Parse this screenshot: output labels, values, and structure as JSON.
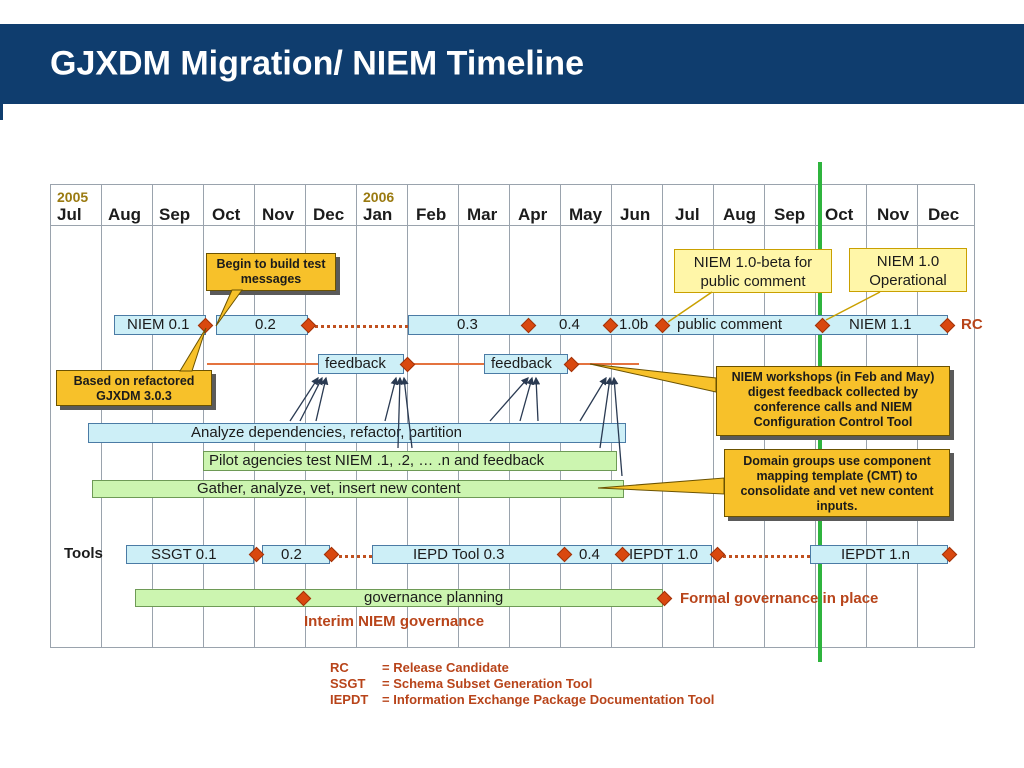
{
  "header": {
    "title": "GJXDM Migration/ NIEM Timeline"
  },
  "timeline": {
    "years": [
      "2005",
      "2006"
    ],
    "months": [
      "Jul",
      "Aug",
      "Sep",
      "Oct",
      "Nov",
      "Dec",
      "Jan",
      "Feb",
      "Mar",
      "Apr",
      "May",
      "Jun",
      "Jul",
      "Aug",
      "Sep",
      "Oct",
      "Nov",
      "Dec"
    ],
    "niem_row": {
      "niem01": "NIEM 0.1",
      "niem02": "0.2",
      "niem03": "0.3",
      "niem04": "0.4",
      "niem10b": "1.0b",
      "public_comment": "public comment",
      "niem11": "NIEM 1.1",
      "rc": "RC"
    },
    "feedback_label": "feedback",
    "bars": {
      "analyze": "Analyze dependencies, refactor, partition",
      "pilot": "Pilot agencies test NIEM .1, .2, … .n and feedback",
      "gather": "Gather, analyze, vet, insert new content"
    },
    "tools_row": {
      "label": "Tools",
      "ssgt01": "SSGT 0.1",
      "ssgt02": "0.2",
      "iepd03": "IEPD Tool 0.3",
      "iepd04": "0.4",
      "iepdt10": "IEPDT 1.0",
      "iepdt1n": "IEPDT 1.n"
    },
    "governance": {
      "planning": "governance planning",
      "interim": "Interim NIEM governance",
      "formal": "Formal governance in place"
    },
    "callouts": {
      "begin_build": "Begin to build test messages",
      "refactored": "Based on refactored GJXDM 3.0.3",
      "beta": "NIEM 1.0-beta for public comment",
      "operational": "NIEM 1.0 Operational",
      "workshops": "NIEM workshops (in Feb and May) digest feedback collected by conference calls and NIEM Configuration Control Tool",
      "domain_groups": "Domain groups use component mapping template (CMT) to consolidate and vet new content inputs."
    }
  },
  "legend": [
    {
      "abbr": "RC",
      "def": "= Release Candidate"
    },
    {
      "abbr": "SSGT",
      "def": "= Schema Subset Generation Tool"
    },
    {
      "abbr": "IEPDT",
      "def": "= Information Exchange Package Documentation Tool"
    }
  ],
  "colors": {
    "title_bar": "#0f3d6e",
    "bar_blue": "#cdeff7",
    "bar_green": "#ccf5b0",
    "diamond": "#d9480f",
    "callout": "#f7c12a",
    "accent_red": "#b8441a",
    "today_line": "#2fb43e"
  }
}
